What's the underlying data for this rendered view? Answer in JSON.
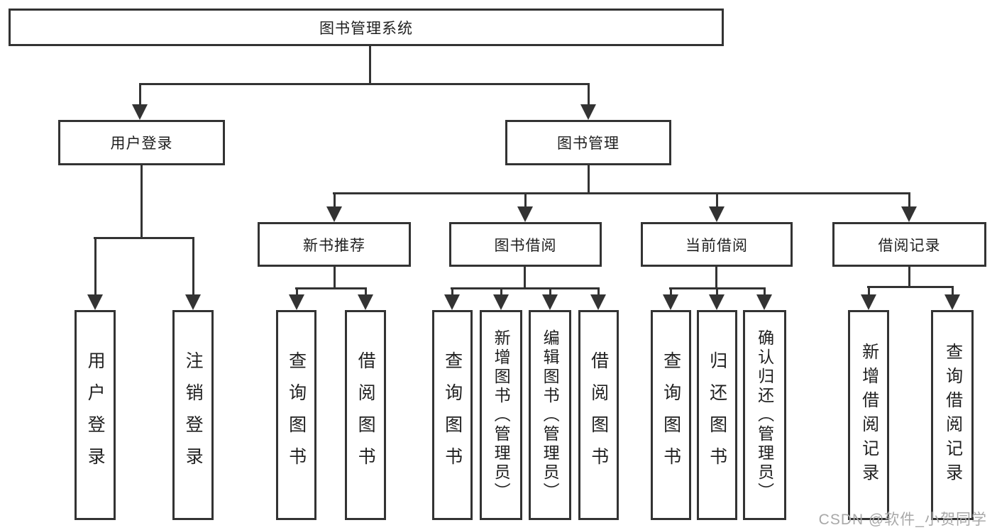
{
  "colors": {
    "line": "#333333",
    "text": "#1f1f1f",
    "watermark": "#a8a8a8",
    "bg": "#ffffff"
  },
  "root": {
    "label": "图书管理系统"
  },
  "branches": {
    "user_login": {
      "label": "用户登录",
      "children": [
        "用户登录",
        "注销登录"
      ]
    },
    "book_mgmt": {
      "label": "图书管理",
      "sections": [
        {
          "label": "新书推荐",
          "children": [
            "查询图书",
            "借阅图书"
          ]
        },
        {
          "label": "图书借阅",
          "children": [
            "查询图书",
            "新增图书（管理员）",
            "编辑图书（管理员）",
            "借阅图书"
          ]
        },
        {
          "label": "当前借阅",
          "children": [
            "查询图书",
            "归还图书",
            "确认归还（管理员）"
          ]
        },
        {
          "label": "借阅记录",
          "children": [
            "新增借阅记录",
            "查询借阅记录"
          ]
        }
      ]
    }
  },
  "watermark": {
    "text": "CSDN @软件_小贺同学"
  }
}
